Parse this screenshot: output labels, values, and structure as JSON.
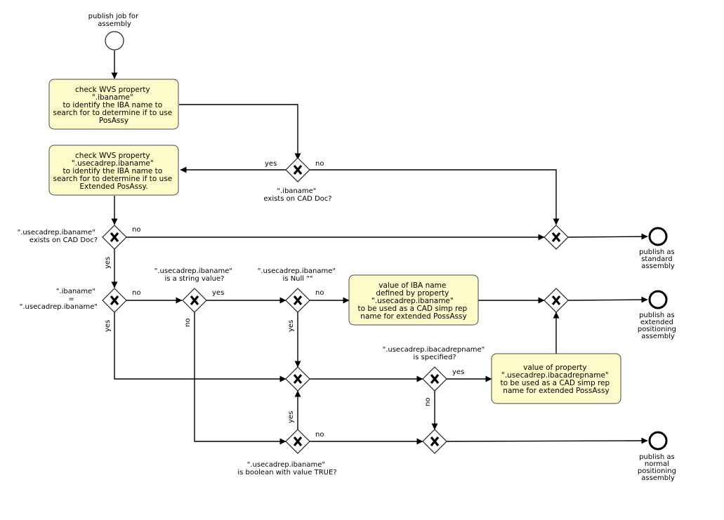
{
  "diagram": {
    "start_event": {
      "label": [
        "publish job for",
        "assembly"
      ]
    },
    "tasks": {
      "check_ibaname": {
        "lines": [
          "check WVS property",
          "\".ibaname\"",
          "to identify the IBA name to",
          "search for to determine if to use",
          "PosAssy"
        ]
      },
      "check_usecadrep": {
        "lines": [
          "check WVS property",
          "\".usecadrep.ibaname\"",
          "to identify the IBA name to",
          "search for to determine if to use",
          "Extended PosAssy."
        ]
      },
      "value_iba_name": {
        "lines": [
          "value of IBA name",
          "defined by property",
          "\".usecadrep.ibaname\"",
          "to be used as a CAD simp rep",
          "name for extended PossAssy"
        ]
      },
      "value_ibacadrepname": {
        "lines": [
          "value of property",
          "\".usecadrep.ibacadrepname\"",
          "to be used as a CAD simp rep",
          "name for extended PossAssy"
        ]
      }
    },
    "gateways": {
      "ibaname_exists": {
        "label": [
          "\".ibaname\"",
          "exists on CAD Doc?"
        ]
      },
      "usecadrep_exists": {
        "label": [
          "\".usecadrep.ibaname\"",
          "exists on CAD Doc?"
        ]
      },
      "ibaname_equals": {
        "label": [
          "\".ibaname\"",
          "=",
          "\".usecadrep.ibaname\""
        ]
      },
      "is_string": {
        "label": [
          "\".usecadrep.ibaname\"",
          "is a string value?"
        ]
      },
      "is_null": {
        "label": [
          "\".usecadrep.ibaname\"",
          "is Null \"\""
        ]
      },
      "ibacadrepname_specified": {
        "label": [
          "\".usecadrep.ibacadrepname\"",
          "is specified?"
        ]
      },
      "is_boolean_true": {
        "label": [
          "\".usecadrep.ibaname\"",
          "is boolean with value TRUE?"
        ]
      }
    },
    "end_events": {
      "standard": {
        "label": [
          "publish as",
          "standard",
          "assembly"
        ]
      },
      "extended": {
        "label": [
          "publish as",
          "extended",
          "positioning",
          "assembly"
        ]
      },
      "normal": {
        "label": [
          "publish as",
          "normal",
          "positioning",
          "assembly"
        ]
      }
    },
    "flow_labels": {
      "yes": "yes",
      "no": "no"
    }
  }
}
